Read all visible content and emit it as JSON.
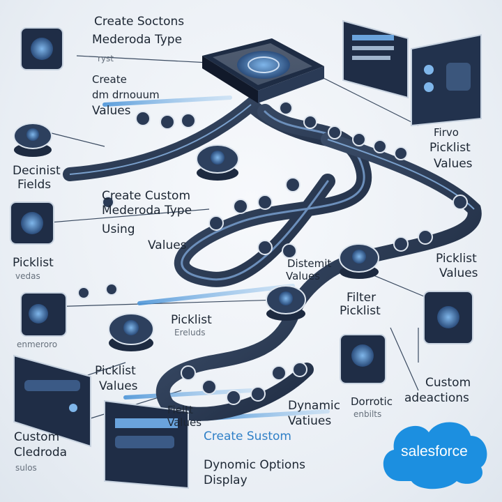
{
  "labels": {
    "top_create_sections": "Create Soctons",
    "top_mederoda_type": "Mederoda Type",
    "top_small_note": "ryst",
    "top_create": "Create",
    "top_dm_line": "dm drnouum",
    "top_values": "Values",
    "decinist": "Decinist",
    "fields": "Fields",
    "create_custom": "Create Custom",
    "mederoda_type_2": "Mederoda Type",
    "using": "Using",
    "values_mid": "Values",
    "picklist_left": "Picklist",
    "picklist_left_sub": "vedas",
    "left_faint_bottom": "enmeroro",
    "first_picklist_1": "Firvo",
    "first_picklist_2": "Picklist",
    "first_picklist_3": "Values",
    "distemit": "Distemit",
    "distemit_values": "Values",
    "filter": "Filter",
    "filter_picklist": "Picklist",
    "picklist_values_right_1": "Picklist",
    "picklist_values_right_2": "Values",
    "picklist_center": "Picklist",
    "picklist_center_sub": "Ereluds",
    "picklist_values_left_1": "Picklist",
    "picklist_values_left_2": "Values",
    "fielt_values_1": "Fieltt",
    "fielt_values_2": "Values",
    "dynamic_values_1": "Dynamic",
    "dynamic_values_2": "Vatiues",
    "dornotic": "Dorrotic",
    "dornotic_sub": "enbilts",
    "custom_right_1": "Custom",
    "custom_right_2": "adeactions",
    "create_sustom": "Create Sustom",
    "dynomic_1": "Dynomic Options",
    "dynomic_2": "Display",
    "custom_bottom_1": "Custom",
    "custom_bottom_2": "Cledroda",
    "custom_bottom_3": "sulos"
  },
  "brand": {
    "logo_text": "salesforce",
    "color": "#1c8fe0"
  },
  "colors": {
    "track": "#2c3b53",
    "track_inner": "#5b86b8",
    "node": "#243450",
    "accent": "#3a8fd8"
  }
}
